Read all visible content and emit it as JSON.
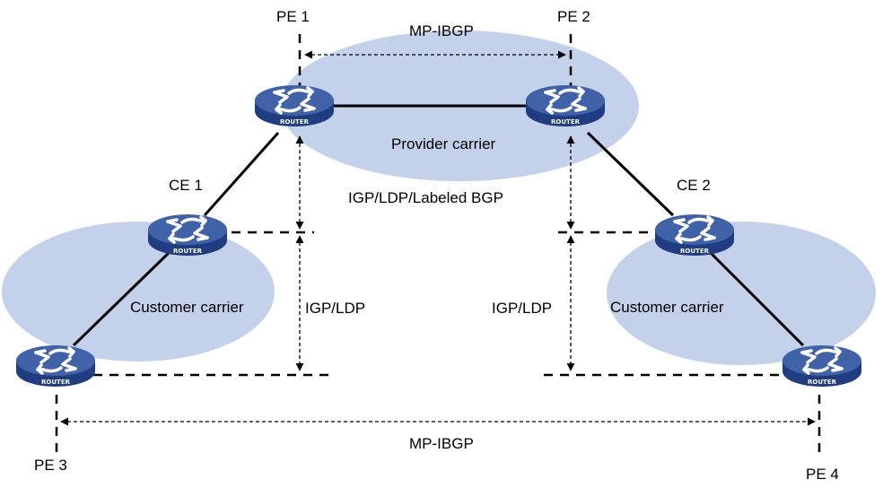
{
  "title": "Carrier's carrier network diagram",
  "colors": {
    "region_fill": "#c3d1ea",
    "router_top": "#3f62a8",
    "router_side": "#1f3d80",
    "line": "#000000"
  },
  "regions": {
    "provider": "Provider carrier",
    "customer_left": "Customer carrier",
    "customer_right": "Customer carrier"
  },
  "devices": {
    "pe1": {
      "label": "PE 1",
      "badge": "ROUTER"
    },
    "pe2": {
      "label": "PE 2",
      "badge": "ROUTER"
    },
    "ce1": {
      "label": "CE 1",
      "badge": "ROUTER"
    },
    "ce2": {
      "label": "CE 2",
      "badge": "ROUTER"
    },
    "pe3": {
      "label": "PE 3",
      "badge": "ROUTER"
    },
    "pe4": {
      "label": "PE 4",
      "badge": "ROUTER"
    }
  },
  "protocols": {
    "top_session": "MP-IBGP",
    "bottom_session": "MP-IBGP",
    "backbone": "IGP/LDP/Labeled BGP",
    "left_access": "IGP/LDP",
    "right_access": "IGP/LDP"
  }
}
